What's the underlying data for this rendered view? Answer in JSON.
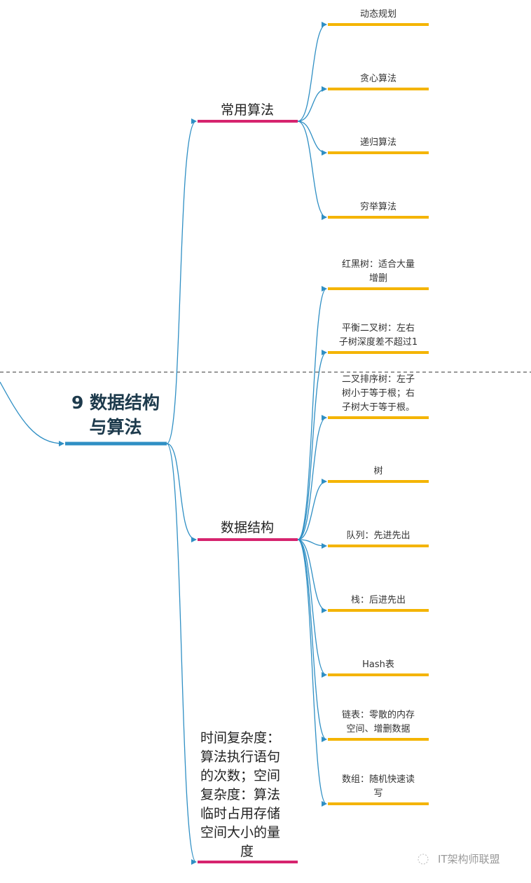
{
  "root": {
    "lines": [
      "9 数据结构",
      "与算法"
    ]
  },
  "branches": {
    "algorithms": {
      "label": "常用算法",
      "leaves": [
        {
          "lines": [
            "动态规划"
          ]
        },
        {
          "lines": [
            "贪心算法"
          ]
        },
        {
          "lines": [
            "递归算法"
          ]
        },
        {
          "lines": [
            "穷举算法"
          ]
        }
      ]
    },
    "data_structures": {
      "label": "数据结构",
      "leaves": [
        {
          "lines": [
            "红黑树：适合大量",
            "增删"
          ]
        },
        {
          "lines": [
            "平衡二叉树：左右",
            "子树深度差不超过1"
          ]
        },
        {
          "lines": [
            "二叉排序树：左子",
            "树小于等于根；右",
            "子树大于等于根。"
          ]
        },
        {
          "lines": [
            "树"
          ]
        },
        {
          "lines": [
            "队列：先进先出"
          ]
        },
        {
          "lines": [
            "栈：后进先出"
          ]
        },
        {
          "lines": [
            "Hash表"
          ]
        },
        {
          "lines": [
            "链表：零散的内存",
            "空间、增删数据"
          ]
        },
        {
          "lines": [
            "数组：随机快速读",
            "写"
          ]
        }
      ]
    },
    "complexity": {
      "lines": [
        "时间复杂度：",
        "算法执行语句",
        "的次数；空间",
        "复杂度：算法",
        "临时占用存储",
        "空间大小的量",
        "度"
      ]
    }
  },
  "watermark": "IT架构师联盟",
  "colors": {
    "connector": "#2f8fc4",
    "branch": "#d6246e",
    "leaf": "#f4b400"
  }
}
